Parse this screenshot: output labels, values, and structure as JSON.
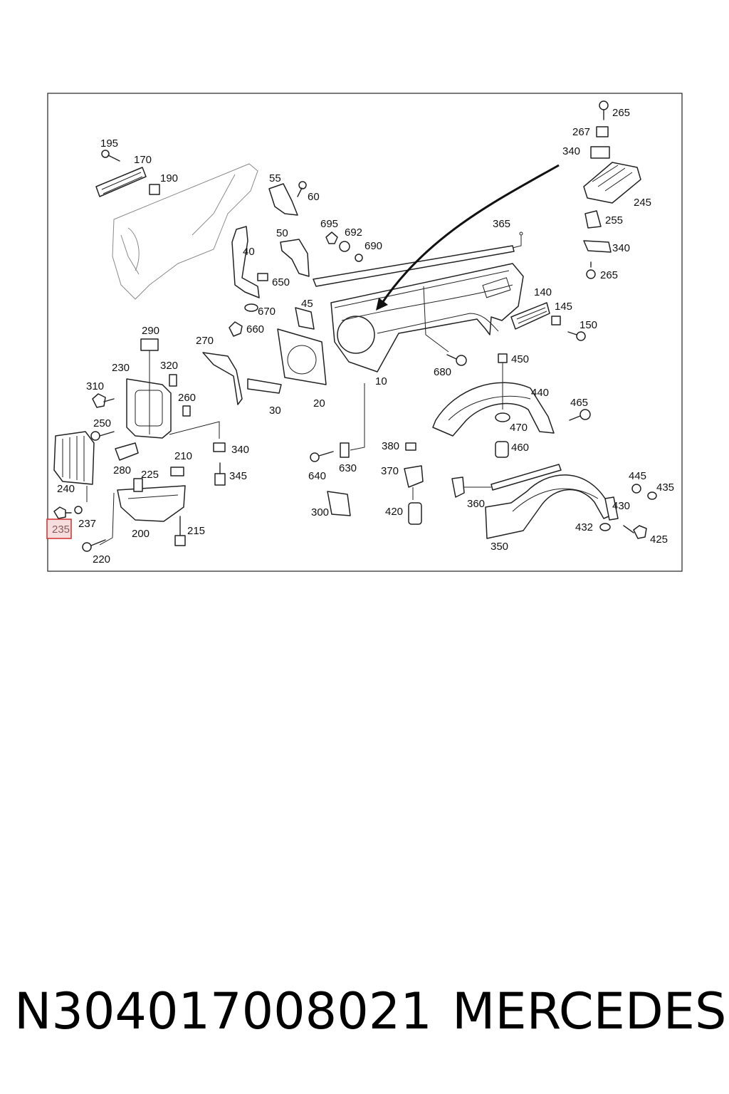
{
  "footer": {
    "part_number": "N304017008021",
    "brand": "MERCEDES"
  },
  "highlight": {
    "label": "235",
    "color": "#d23a3a"
  },
  "callouts": [
    {
      "id": "195",
      "label": "195"
    },
    {
      "id": "170",
      "label": "170"
    },
    {
      "id": "190",
      "label": "190"
    },
    {
      "id": "55",
      "label": "55"
    },
    {
      "id": "60",
      "label": "60"
    },
    {
      "id": "265a",
      "label": "265"
    },
    {
      "id": "267",
      "label": "267"
    },
    {
      "id": "340a",
      "label": "340"
    },
    {
      "id": "245",
      "label": "245"
    },
    {
      "id": "255",
      "label": "255"
    },
    {
      "id": "340b",
      "label": "340"
    },
    {
      "id": "265b",
      "label": "265"
    },
    {
      "id": "695",
      "label": "695"
    },
    {
      "id": "692",
      "label": "692"
    },
    {
      "id": "690",
      "label": "690"
    },
    {
      "id": "365",
      "label": "365"
    },
    {
      "id": "50",
      "label": "50"
    },
    {
      "id": "40",
      "label": "40"
    },
    {
      "id": "650",
      "label": "650"
    },
    {
      "id": "45",
      "label": "45"
    },
    {
      "id": "670",
      "label": "670"
    },
    {
      "id": "660",
      "label": "660"
    },
    {
      "id": "140",
      "label": "140"
    },
    {
      "id": "145",
      "label": "145"
    },
    {
      "id": "150",
      "label": "150"
    },
    {
      "id": "290",
      "label": "290"
    },
    {
      "id": "270",
      "label": "270"
    },
    {
      "id": "230",
      "label": "230"
    },
    {
      "id": "320",
      "label": "320"
    },
    {
      "id": "260",
      "label": "260"
    },
    {
      "id": "310",
      "label": "310"
    },
    {
      "id": "250",
      "label": "250"
    },
    {
      "id": "30",
      "label": "30"
    },
    {
      "id": "20",
      "label": "20"
    },
    {
      "id": "10",
      "label": "10"
    },
    {
      "id": "680",
      "label": "680"
    },
    {
      "id": "450",
      "label": "450"
    },
    {
      "id": "440",
      "label": "440"
    },
    {
      "id": "465",
      "label": "465"
    },
    {
      "id": "470",
      "label": "470"
    },
    {
      "id": "460",
      "label": "460"
    },
    {
      "id": "340c",
      "label": "340"
    },
    {
      "id": "280",
      "label": "280"
    },
    {
      "id": "210",
      "label": "210"
    },
    {
      "id": "345",
      "label": "345"
    },
    {
      "id": "640",
      "label": "640"
    },
    {
      "id": "630",
      "label": "630"
    },
    {
      "id": "380",
      "label": "380"
    },
    {
      "id": "370",
      "label": "370"
    },
    {
      "id": "240",
      "label": "240"
    },
    {
      "id": "225",
      "label": "225"
    },
    {
      "id": "237",
      "label": "237"
    },
    {
      "id": "200",
      "label": "200"
    },
    {
      "id": "215",
      "label": "215"
    },
    {
      "id": "220",
      "label": "220"
    },
    {
      "id": "300",
      "label": "300"
    },
    {
      "id": "420",
      "label": "420"
    },
    {
      "id": "360",
      "label": "360"
    },
    {
      "id": "445",
      "label": "445"
    },
    {
      "id": "435",
      "label": "435"
    },
    {
      "id": "430",
      "label": "430"
    },
    {
      "id": "432",
      "label": "432"
    },
    {
      "id": "425",
      "label": "425"
    },
    {
      "id": "350",
      "label": "350"
    }
  ]
}
